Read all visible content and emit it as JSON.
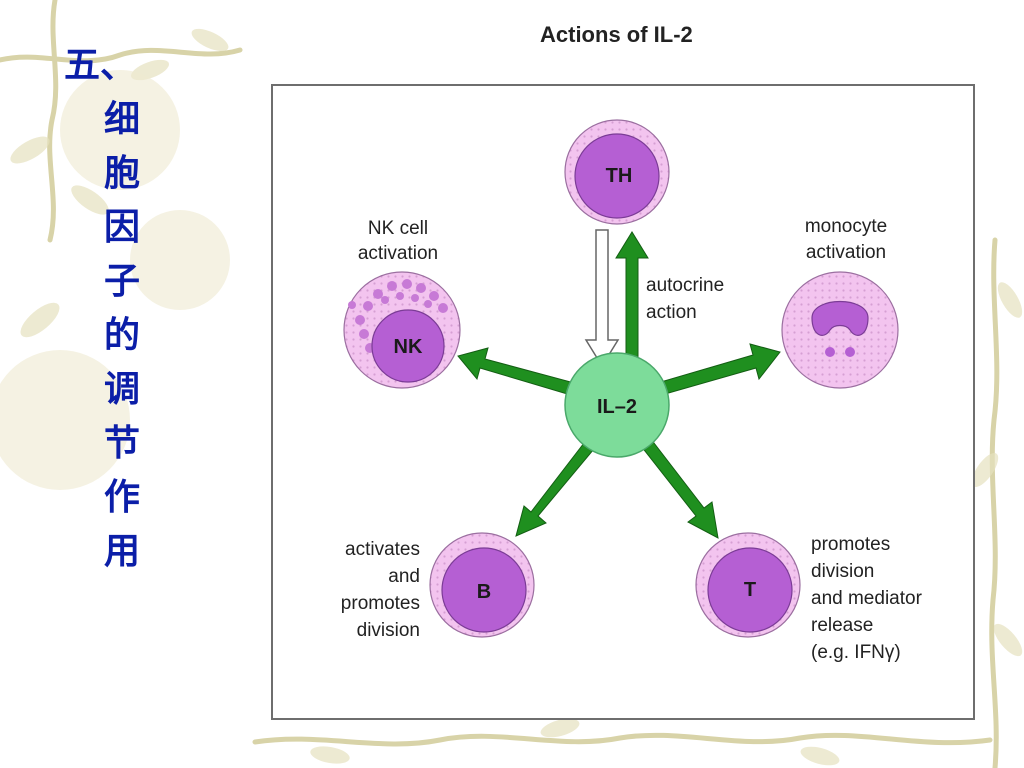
{
  "slide": {
    "heading_first": "五、",
    "heading_chars": [
      "细",
      "胞",
      "因",
      "子",
      "的",
      "调",
      "节",
      "作",
      "用"
    ]
  },
  "diagram": {
    "title": "Actions of IL-2",
    "center_label": "IL–2",
    "cells": {
      "th": {
        "label": "TH"
      },
      "nk": {
        "label": "NK"
      },
      "b": {
        "label": "B"
      },
      "t": {
        "label": "T"
      }
    },
    "annotations": {
      "nk_line1": "NK cell",
      "nk_line2": "activation",
      "mono_line1": "monocyte",
      "mono_line2": "activation",
      "auto_line1": "autocrine",
      "auto_line2": "action",
      "b_line1": "activates",
      "b_line2": "and",
      "b_line3": "promotes",
      "b_line4": "division",
      "t_line1": "promotes",
      "t_line2": "division",
      "t_line3": "and mediator",
      "t_line4": "release",
      "t_line5": "(e.g. IFNγ)"
    },
    "colors": {
      "center_fill": "#7ddc9a",
      "arrow_green": "#1f8f1f",
      "cell_outer": "#f3c4ef",
      "cell_inner": "#b55fd3",
      "heading_blue": "#0b1ea8"
    }
  }
}
